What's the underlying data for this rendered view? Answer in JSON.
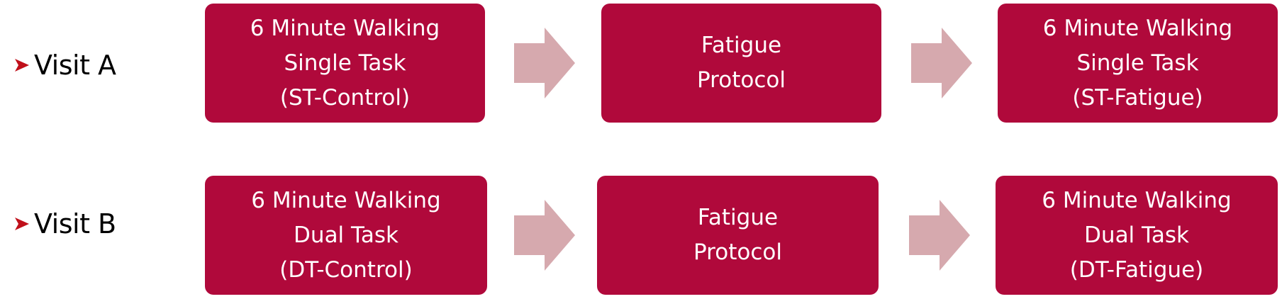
{
  "colors": {
    "box_fill": "#b0093b",
    "box_text": "#ffffff",
    "arrow_fill": "#d6a9ae",
    "bullet": "#c0101a"
  },
  "rows": [
    {
      "label": "Visit A",
      "steps": [
        {
          "lines": [
            "6 Minute Walking",
            "Single Task",
            "(ST-Control)"
          ]
        },
        {
          "lines": [
            "Fatigue",
            "Protocol"
          ]
        },
        {
          "lines": [
            "6 Minute Walking",
            "Single Task",
            "(ST-Fatigue)"
          ]
        }
      ]
    },
    {
      "label": "Visit B",
      "steps": [
        {
          "lines": [
            "6 Minute Walking",
            "Dual Task",
            "(DT-Control)"
          ]
        },
        {
          "lines": [
            "Fatigue",
            "Protocol"
          ]
        },
        {
          "lines": [
            "6 Minute Walking",
            "Dual Task",
            "(DT-Fatigue)"
          ]
        }
      ]
    }
  ]
}
